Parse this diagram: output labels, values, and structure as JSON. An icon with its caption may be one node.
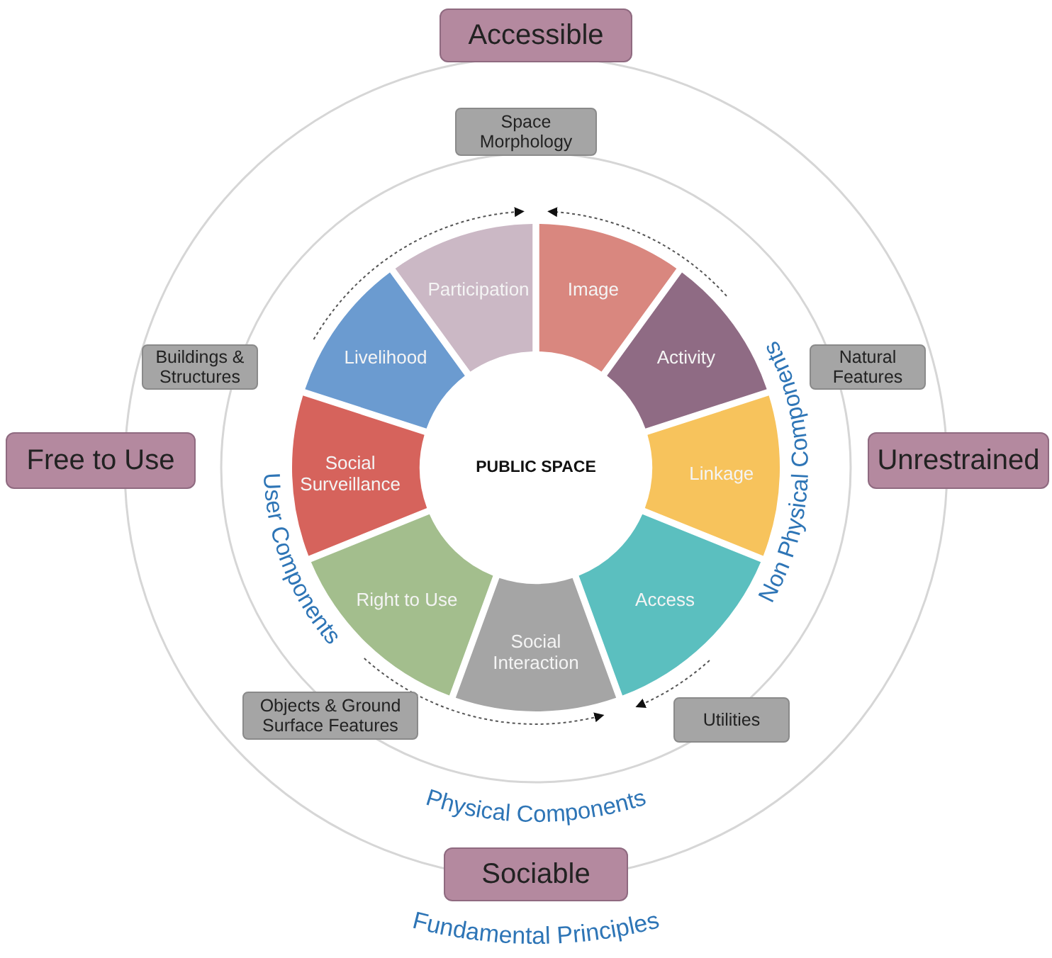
{
  "diagram": {
    "nodes": [
      {
        "text": [
          "Accessible"
        ]
      },
      {
        "text": [
          "Space Morphology"
        ]
      },
      {
        "text": [
          "Participation"
        ]
      },
      {
        "text": [
          "Image"
        ]
      },
      {
        "text": [
          "Buildings & Structures"
        ]
      },
      {
        "text": [
          "Natural Features"
        ]
      },
      {
        "text": [
          "Livelihood"
        ]
      },
      {
        "text": [
          "Activity"
        ]
      },
      {
        "text": [
          "Free to Use"
        ]
      },
      {
        "text": [
          "PUBLIC SPACE"
        ]
      },
      {
        "text": [
          "Social Surveillance"
        ]
      },
      {
        "text": [
          "Linkage"
        ]
      },
      {
        "text": [
          "Unrestrained"
        ]
      },
      {
        "text": [
          "Right to Use"
        ]
      },
      {
        "text": [
          "Access"
        ]
      },
      {
        "text": [
          "Social Interaction"
        ]
      },
      {
        "text": [
          "Objects & Ground Surface Features"
        ]
      },
      {
        "text": [
          "Utilities"
        ]
      },
      {
        "text": [
          "Sociable"
        ]
      }
    ],
    "labels": [
      "User Components",
      "Non Physical Components",
      "Physical Components",
      "Fundamental Principles"
    ]
  }
}
